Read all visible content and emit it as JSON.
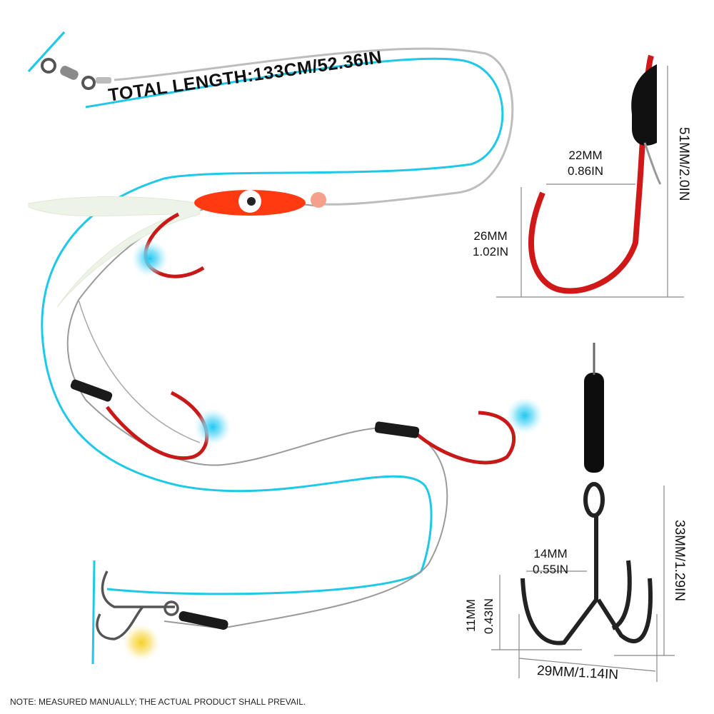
{
  "title": "TOTAL LENGTH:133CM/52.36IN",
  "top_hook": {
    "gap_mm": "22MM",
    "gap_in": "0.86IN",
    "height_mm": "26MM",
    "height_in": "1.02IN",
    "length": "51MM/2.0IN"
  },
  "treble_hook": {
    "gap_mm": "14MM",
    "gap_in": "0.55IN",
    "height_mm": "11MM",
    "height_in": "0.43IN",
    "length": "33MM/1.29IN",
    "width": "29MM/1.14IN"
  },
  "note": "NOTE: MEASURED MANUALLY; THE ACTUAL PRODUCT SHALL PREVAIL.",
  "colors": {
    "guide": "#1ec8e8",
    "hook_red": "#d01818",
    "line": "#b8b8b8",
    "squid": "#ff3a10",
    "highlight_yellow": "#f5d020"
  }
}
